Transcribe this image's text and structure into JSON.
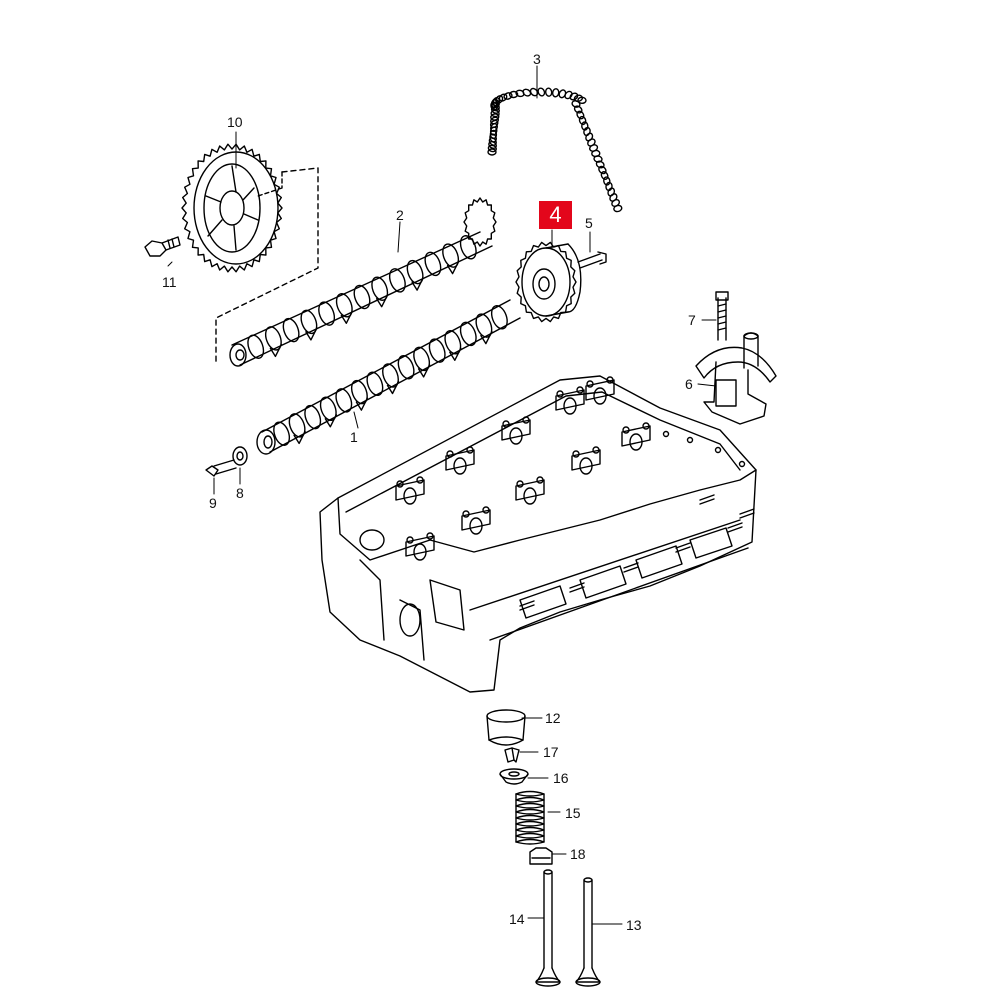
{
  "parts": {
    "p1": "1",
    "p2": "2",
    "p3": "3",
    "p4": "4",
    "p5": "5",
    "p6": "6",
    "p7": "7",
    "p8": "8",
    "p9": "9",
    "p10": "10",
    "p11": "11",
    "p12": "12",
    "p13": "13",
    "p14": "14",
    "p15": "15",
    "p16": "16",
    "p17": "17",
    "p18": "18"
  },
  "highlight_color": "#e3061b",
  "line_color": "#000000"
}
